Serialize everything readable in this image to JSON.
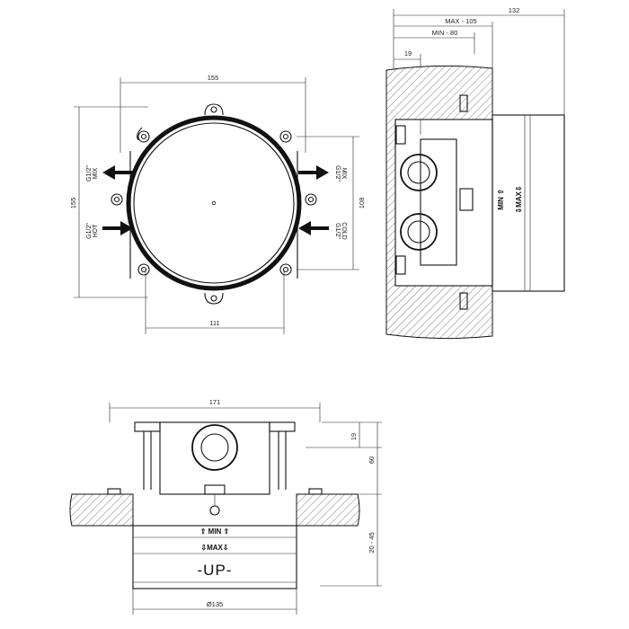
{
  "front_view": {
    "width_top": "155",
    "height_left": "155",
    "height_right": "108",
    "width_bottom": "111",
    "ports": {
      "top_left": [
        "G1/2\"",
        "MIX"
      ],
      "bottom_left": [
        "G1/2\"",
        "HOT"
      ],
      "top_right": [
        "G1/2\"",
        "MIX"
      ],
      "bottom_right": [
        "G1/2\"",
        "COLD"
      ]
    }
  },
  "side_view": {
    "total": "132",
    "max": "MAX - 105",
    "min": "MIN - 80",
    "offset": "19",
    "min_label": "MIN ⇧",
    "max_label": "⇩MAX⇩"
  },
  "bottom_view": {
    "width": "171",
    "offset": "19",
    "height": "60",
    "range": "20 - 45",
    "diameter": "Ø135",
    "min_label": "⇧ MIN ⇧",
    "max_label": "⇩MAX⇩",
    "up_label": "-UP-"
  }
}
